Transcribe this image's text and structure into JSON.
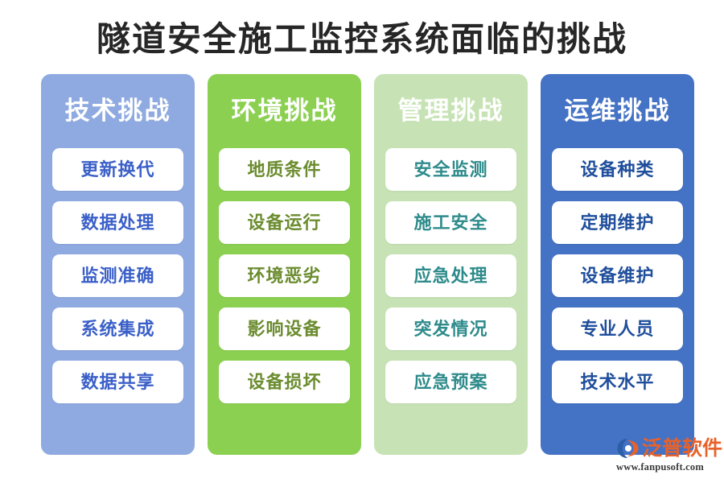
{
  "page": {
    "title": "隧道安全施工监控系统面临的挑战",
    "background": "#ffffff",
    "title_color": "#262626"
  },
  "columns": [
    {
      "header": "技术挑战",
      "panel_color": "#8FAAE0",
      "header_text_color": "#ffffff",
      "item_text_color": "#3a5fc8",
      "items": [
        "更新换代",
        "数据处理",
        "监测准确",
        "系统集成",
        "数据共享"
      ]
    },
    {
      "header": "环境挑战",
      "panel_color": "#8CD052",
      "header_text_color": "#ffffff",
      "item_text_color": "#6B8C2F",
      "items": [
        "地质条件",
        "设备运行",
        "环境恶劣",
        "影响设备",
        "设备损坏"
      ]
    },
    {
      "header": "管理挑战",
      "panel_color": "#C7E3B5",
      "header_text_color": "#ffffff",
      "item_text_color": "#2E8B8B",
      "items": [
        "安全监测",
        "施工安全",
        "应急处理",
        "突发情况",
        "应急预案"
      ]
    },
    {
      "header": "运维挑战",
      "panel_color": "#4472C4",
      "header_text_color": "#ffffff",
      "item_text_color": "#1F4E9C",
      "items": [
        "设备种类",
        "定期维护",
        "设备维护",
        "专业人员",
        "技术水平"
      ]
    }
  ],
  "watermark": {
    "brand": "泛普软件",
    "url": "www.fanpusoft.com",
    "brand_color": "#e8622a",
    "url_color": "#3b3b3b",
    "mark_icon": "fanpu-swoosh-logo-icon"
  }
}
